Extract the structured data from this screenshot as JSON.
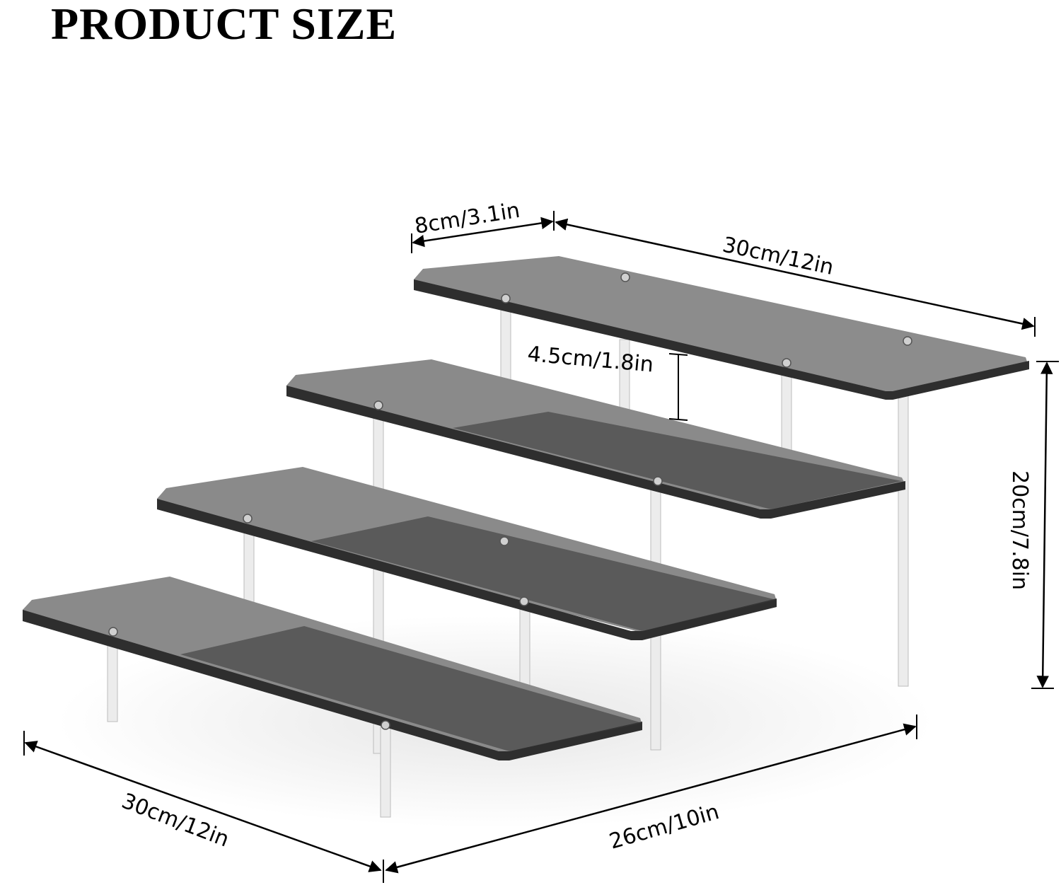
{
  "title": "PRODUCT SIZE",
  "product": {
    "description": "4-tier black acrylic riser display shelf with clear acrylic legs",
    "tiers": 4,
    "shelf_color": "#3a3a3a",
    "leg_color": "#e8e8e8"
  },
  "dimensions": {
    "shelf_depth": "8cm/3.1in",
    "shelf_length_top": "30cm/12in",
    "tier_spacing": "4.5cm/1.8in",
    "total_height": "20cm/7.8in",
    "base_length": "30cm/12in",
    "base_depth": "26cm/10in"
  }
}
